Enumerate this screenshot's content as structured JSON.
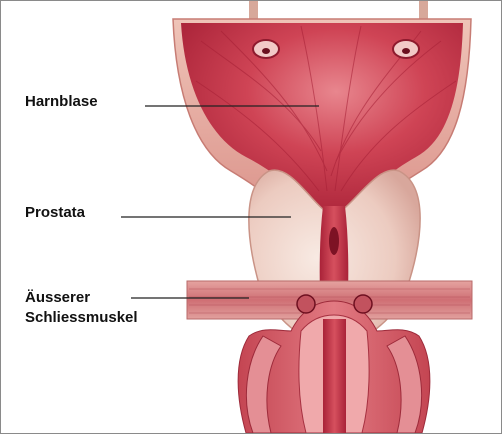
{
  "labels": {
    "harnblase": "Harnblase",
    "prostata": "Prostata",
    "sphincter_line1": "Äusserer",
    "sphincter_line2": "Schliessmuskel"
  },
  "colors": {
    "tissue_dark": "#b5293d",
    "tissue_mid": "#d85060",
    "tissue_light": "#eec2c2",
    "prostate": "#f1d9cf",
    "wall": "#e9b3a8",
    "frame_border": "#8a8a8a",
    "text": "#111111",
    "leader_line": "#222222"
  }
}
